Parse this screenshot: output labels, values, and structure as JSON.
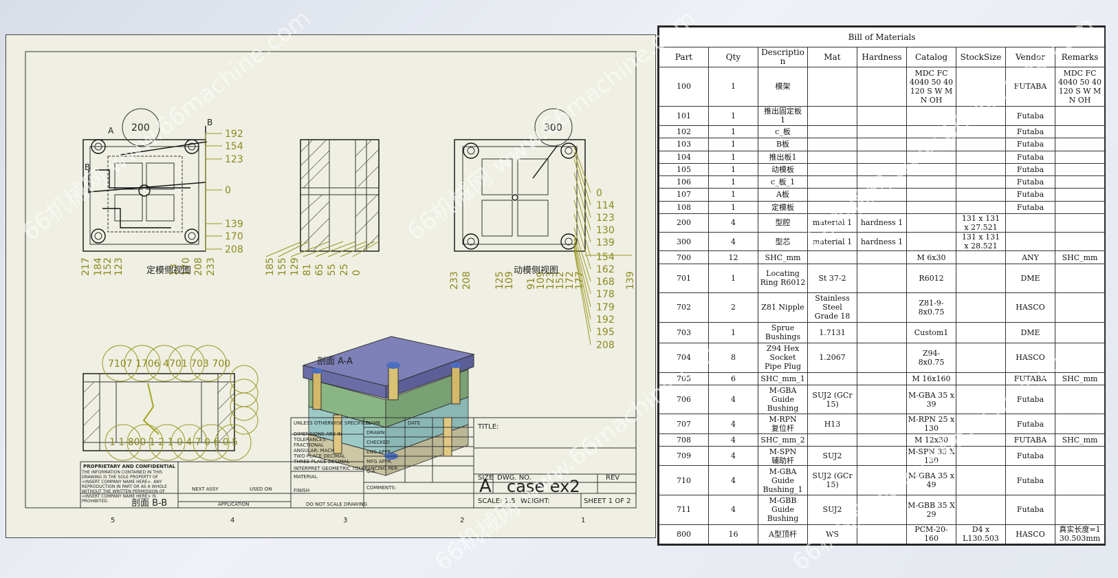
{
  "drawing": {
    "front_view_label": "定模侧视图",
    "rear_view_label": "动模侧视图",
    "section_aa_label": "剖面 A-A",
    "section_bb_label": "剖面 B-B",
    "balloon_200": "200",
    "balloon_300": "300",
    "cut_label_a": "A",
    "cut_label_b": "B",
    "front_right_ordinates": [
      "192",
      "154",
      "123",
      "0",
      "139",
      "170",
      "208"
    ],
    "front_bottom_ordinates": [
      "217",
      "184",
      "152",
      "123",
      "13",
      "170",
      "208",
      "233"
    ],
    "side_bottom_ordinates": [
      "185",
      "155",
      "129",
      "81",
      "65",
      "55",
      "25",
      "0"
    ],
    "rear_right_ordinates": [
      "0",
      "114",
      "123",
      "130",
      "139",
      "154",
      "162",
      "168",
      "178",
      "179",
      "192",
      "195",
      "208"
    ],
    "rear_bottom_ordinates": [
      "233",
      "208",
      "125",
      "109",
      "91",
      "109",
      "123",
      "152",
      "172",
      "177"
    ],
    "rear_far_ordinate": "139",
    "section_top_balloons": "7107 1706 4701 703 700",
    "section_bottom_balloons": "1 1 800 1 2 1 0 4 7 0 6 0 5",
    "column_numbers": [
      "5",
      "4",
      "3",
      "2",
      "1"
    ],
    "title_block": {
      "unless_otherwise": "UNLESS OTHERWISE SPECIFIED:",
      "dimensions": "DIMENSIONS ARE IN",
      "tolerances": "TOLERANCES:",
      "fractional": "FRACTIONAL",
      "angular": "ANGULAR: MACH",
      "two_place": "TWO PLACE DECIMAL",
      "three_place": "THREE PLACE DECIMAL",
      "interpret": "INTERPRET GEOMETRIC TOLERANCING PER:",
      "material": "MATERIAL",
      "finish": "FINISH",
      "proprietary": "PROPRIETARY AND CONFIDENTIAL",
      "prop_text": "THE INFORMATION CONTAINED IN THIS DRAWING IS THE SOLE PROPERTY OF <INSERT COMPANY NAME HERE>. ANY REPRODUCTION IN PART OR AS A WHOLE WITHOUT THE WRITTEN PERMISSION OF <INSERT COMPANY NAME HERE> IS PROHIBITED.",
      "next_assy": "NEXT ASSY",
      "used_on": "USED ON",
      "application": "APPLICATION",
      "do_not_scale": "DO NOT SCALE DRAWING",
      "comments": "COMMENTS:",
      "drawn": "DRAWN",
      "checked": "CHECKED",
      "eng_appr": "ENG APPR.",
      "mfg_appr": "MFG APPR.",
      "qa": "Q.A.",
      "name_hdr": "NAME",
      "date_hdr": "DATE",
      "title": "TITLE:",
      "size_label": "SIZE",
      "size_value": "A",
      "dwg_no_label": "DWG. NO.",
      "dwg_no_value": "case ex2",
      "rev_label": "REV",
      "scale": "SCALE: 1:5",
      "weight": "WEIGHT:",
      "sheet": "SHEET 1 OF 2"
    }
  },
  "bom": {
    "title": "Bill of Materials",
    "headers": [
      "Part",
      "Qty",
      "Descriptio\nn",
      "Mat",
      "Hardness",
      "Catalog",
      "StockSize",
      "Vendor",
      "Remarks"
    ],
    "rows": [
      [
        "100",
        "1",
        "模架",
        "",
        "",
        "MDC FC\n4040 50 40\n120 S W M\nN OH",
        "",
        "FUTABA",
        "MDC FC\n4040 50 40\n120 S W M\nN OH"
      ],
      [
        "101",
        "1",
        "推出固定板\n1",
        "",
        "",
        "",
        "",
        "Futaba",
        ""
      ],
      [
        "102",
        "1",
        "c_板",
        "",
        "",
        "",
        "",
        "Futaba",
        ""
      ],
      [
        "103",
        "1",
        "B板",
        "",
        "",
        "",
        "",
        "Futaba",
        ""
      ],
      [
        "104",
        "1",
        "推出板1",
        "",
        "",
        "",
        "",
        "Futaba",
        ""
      ],
      [
        "105",
        "1",
        "动模板",
        "",
        "",
        "",
        "",
        "Futaba",
        ""
      ],
      [
        "106",
        "1",
        "c_板_1",
        "",
        "",
        "",
        "",
        "Futaba",
        ""
      ],
      [
        "107",
        "1",
        "A板",
        "",
        "",
        "",
        "",
        "Futaba",
        ""
      ],
      [
        "108",
        "1",
        "定模板",
        "",
        "",
        "",
        "",
        "Futaba",
        ""
      ],
      [
        "200",
        "4",
        "型腔",
        "material 1",
        "hardness 1",
        "",
        "131 x 131\nx 27.521",
        "",
        ""
      ],
      [
        "300",
        "4",
        "型芯",
        "material 1",
        "hardness 1",
        "",
        "131 x 131\nx 28.521",
        "",
        ""
      ],
      [
        "700",
        "12",
        "SHC_mm",
        "",
        "",
        "M 6x30",
        "",
        "ANY",
        "SHC_mm"
      ],
      [
        "701",
        "1",
        "Locating\nRing R6012",
        "St 37-2",
        "",
        "R6012",
        "",
        "DME",
        ""
      ],
      [
        "702",
        "2",
        "Z81 Nipple",
        "Stainless\nSteel\nGrade 18",
        "",
        "Z81-9-\n8x0.75",
        "",
        "HASCO",
        ""
      ],
      [
        "703",
        "1",
        "Sprue\nBushings",
        "1.7131",
        "",
        "Custom1",
        "",
        "DME",
        ""
      ],
      [
        "704",
        "8",
        "Z94 Hex\nSocket\nPipe Plug",
        "1.2067",
        "",
        "Z94-\n8x0.75",
        "",
        "HASCO",
        ""
      ],
      [
        "705",
        "6",
        "SHC_mm_1",
        "",
        "",
        "M 16x160",
        "",
        "FUTABA",
        "SHC_mm"
      ],
      [
        "706",
        "4",
        "M-GBA\nGuide\nBushing",
        "SUJ2 (GCr\n15)",
        "",
        "M-GBA 35 x\n39",
        "",
        "Futaba",
        ""
      ],
      [
        "707",
        "4",
        "M-RPN\n复位杆",
        "H13",
        "",
        "M-RPN 25 x\n130",
        "",
        "Futaba",
        ""
      ],
      [
        "708",
        "4",
        "SHC_mm_2",
        "",
        "",
        "M 12x30",
        "",
        "FUTABA",
        "SHC_mm"
      ],
      [
        "709",
        "4",
        "M-SPN\n辅助杆",
        "SUJ2",
        "",
        "M-SPN 35 X\n130",
        "",
        "Futaba",
        ""
      ],
      [
        "710",
        "4",
        "M-GBA\nGuide\nBushing_1",
        "SUJ2 (GCr\n15)",
        "",
        "M-GBA 35 x\n49",
        "",
        "Futaba",
        ""
      ],
      [
        "711",
        "4",
        "M-GBB\nGuide\nBushing",
        "SUJ2",
        "",
        "M-GBB 35 X\n29",
        "",
        "Futaba",
        ""
      ],
      [
        "800",
        "16",
        "A型顶杆",
        "WS",
        "",
        "PCM-20-160",
        "D4 x\nL130.503",
        "HASCO",
        "真实长度=1\n30.503mm"
      ]
    ]
  },
  "watermark": {
    "text": "66机械网 www.66machine.com"
  }
}
